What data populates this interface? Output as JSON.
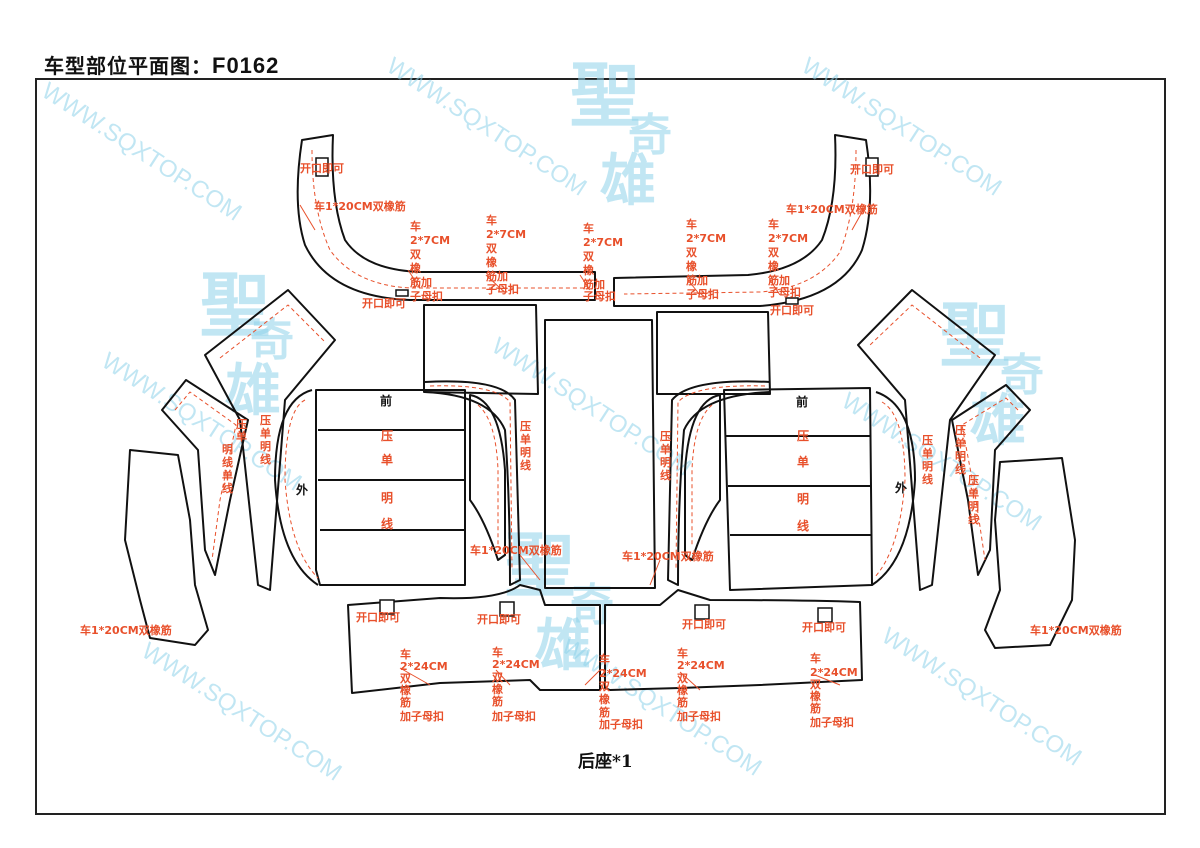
{
  "header": {
    "title_prefix": "车型部位平面图：",
    "title_code": "F0162"
  },
  "caption": "后座*1",
  "watermark": {
    "url_text": "WWW.SQXTOP.COM",
    "logo_chars": [
      "聖",
      "奇",
      "雄"
    ]
  },
  "labels": {
    "open": "开口即可",
    "band_20": "车1*20CM双橡筋",
    "car": "车",
    "cm7": "2*7CM",
    "cm24": "2*24CM",
    "dual": "双",
    "rubber": "橡",
    "tendon": "筋",
    "jia": "加",
    "button_jia": "筋加",
    "snap": "子母扣",
    "snap_full": "加子母扣",
    "press": "压",
    "single": "单",
    "bright": "明",
    "line": "线",
    "front": "前",
    "outer": "外"
  },
  "colors": {
    "annotation": "#e8502b",
    "outline": "#111111",
    "watermark": "#8fd3ea"
  }
}
